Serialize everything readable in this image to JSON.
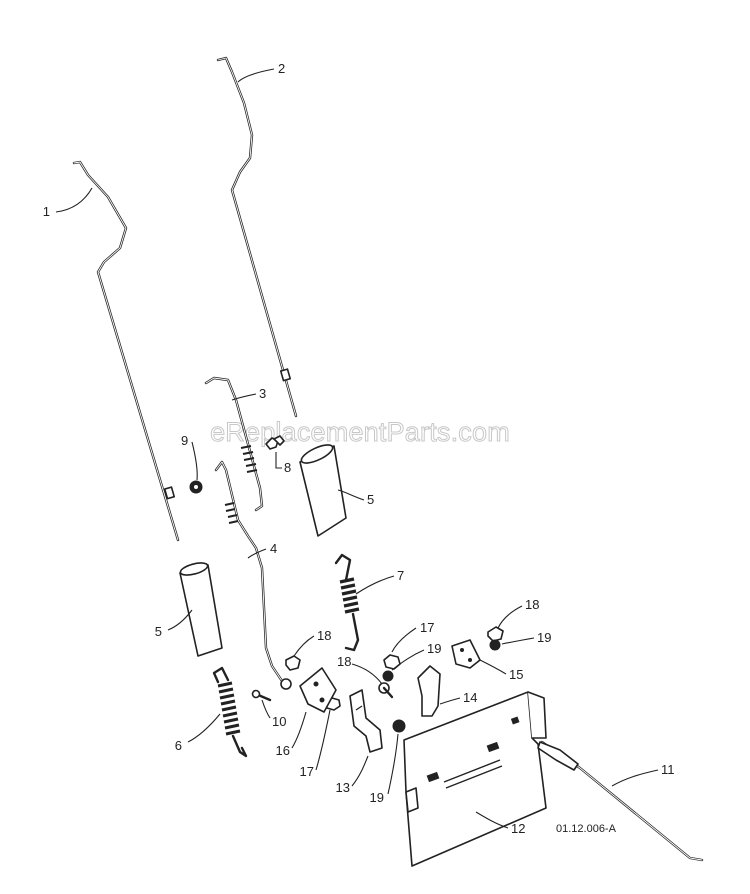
{
  "watermark": "eReplacementParts.com",
  "drawing_code": "01.12.006-A",
  "callouts": {
    "c1": "1",
    "c2": "2",
    "c3": "3",
    "c4": "4",
    "c5a": "5",
    "c5b": "5",
    "c6": "6",
    "c7": "7",
    "c8": "8",
    "c9": "9",
    "c10": "10",
    "c11": "11",
    "c12": "12",
    "c13": "13",
    "c14": "14",
    "c15": "15",
    "c16": "16",
    "c17a": "17",
    "c17b": "17",
    "c18a": "18",
    "c18b": "18",
    "c18c": "18",
    "c19a": "19",
    "c19b": "19",
    "c19c": "19"
  }
}
